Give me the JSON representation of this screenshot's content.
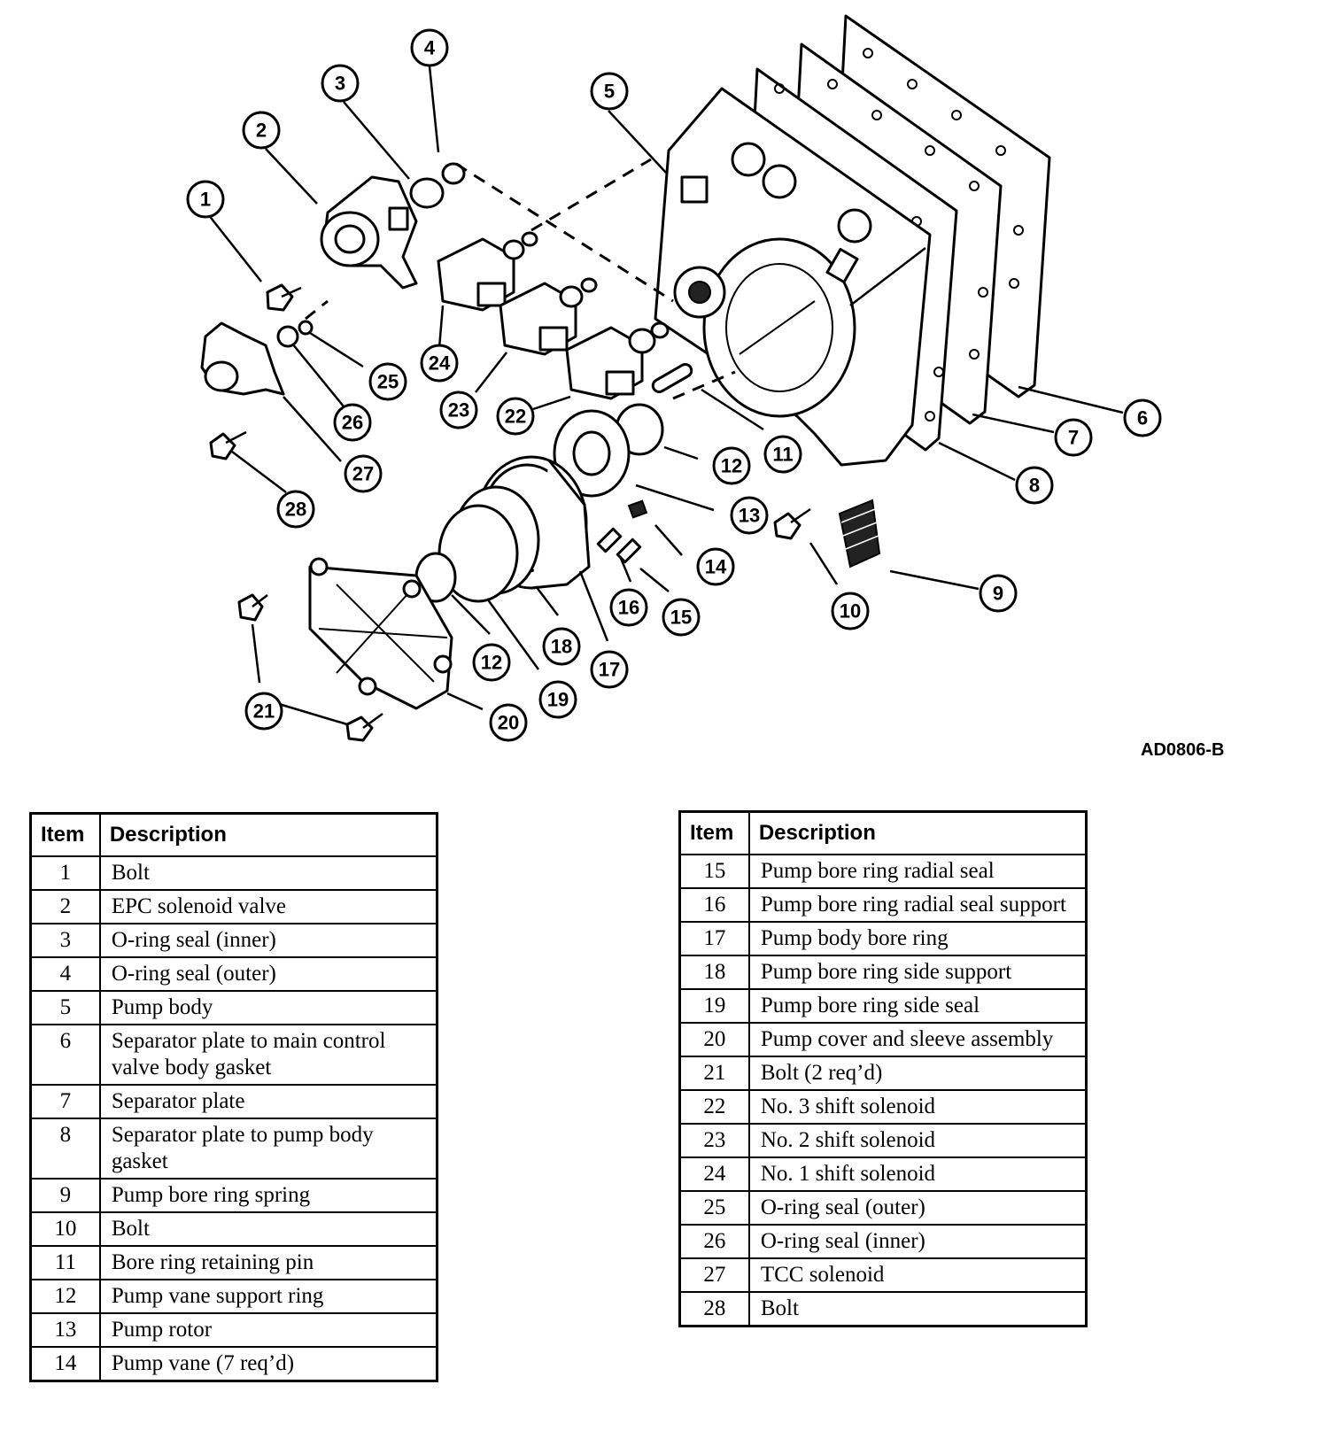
{
  "figure_code": "AD0806-B",
  "callouts": [
    "1",
    "2",
    "3",
    "4",
    "5",
    "6",
    "7",
    "8",
    "9",
    "10",
    "11",
    "12",
    "12",
    "13",
    "14",
    "15",
    "16",
    "17",
    "18",
    "19",
    "20",
    "21",
    "22",
    "23",
    "24",
    "25",
    "26",
    "27",
    "28"
  ],
  "legend": {
    "header_item": "Item",
    "header_description": "Description",
    "left": [
      {
        "item": "1",
        "desc": "Bolt"
      },
      {
        "item": "2",
        "desc": "EPC solenoid valve"
      },
      {
        "item": "3",
        "desc": "O-ring seal (inner)"
      },
      {
        "item": "4",
        "desc": "O-ring seal (outer)"
      },
      {
        "item": "5",
        "desc": "Pump body"
      },
      {
        "item": "6",
        "desc": "Separator plate to main control valve body gasket"
      },
      {
        "item": "7",
        "desc": "Separator plate"
      },
      {
        "item": "8",
        "desc": "Separator plate to pump body gasket"
      },
      {
        "item": "9",
        "desc": "Pump bore ring spring"
      },
      {
        "item": "10",
        "desc": "Bolt"
      },
      {
        "item": "11",
        "desc": "Bore ring retaining pin"
      },
      {
        "item": "12",
        "desc": "Pump vane support ring"
      },
      {
        "item": "13",
        "desc": "Pump rotor"
      },
      {
        "item": "14",
        "desc": "Pump vane (7 req’d)"
      }
    ],
    "right": [
      {
        "item": "15",
        "desc": "Pump bore ring radial seal"
      },
      {
        "item": "16",
        "desc": "Pump bore ring radial seal support"
      },
      {
        "item": "17",
        "desc": "Pump body bore ring"
      },
      {
        "item": "18",
        "desc": "Pump bore ring side support"
      },
      {
        "item": "19",
        "desc": "Pump bore ring side seal"
      },
      {
        "item": "20",
        "desc": "Pump cover and sleeve assembly"
      },
      {
        "item": "21",
        "desc": "Bolt (2 req’d)"
      },
      {
        "item": "22",
        "desc": "No. 3 shift solenoid"
      },
      {
        "item": "23",
        "desc": "No. 2 shift solenoid"
      },
      {
        "item": "24",
        "desc": "No. 1 shift solenoid"
      },
      {
        "item": "25",
        "desc": "O-ring seal (outer)"
      },
      {
        "item": "26",
        "desc": "O-ring seal (inner)"
      },
      {
        "item": "27",
        "desc": "TCC solenoid"
      },
      {
        "item": "28",
        "desc": "Bolt"
      }
    ]
  }
}
